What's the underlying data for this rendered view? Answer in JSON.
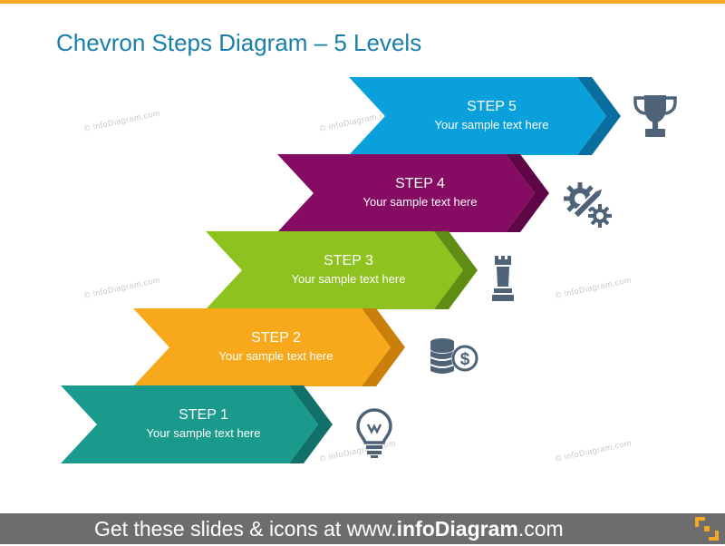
{
  "title": "Chevron Steps Diagram – 5 Levels",
  "watermark_text": "© infoDiagram.com",
  "steps": [
    {
      "title": "STEP 1",
      "subtitle": "Your sample text here",
      "color": "#1a9a8c",
      "dark": "#117068",
      "icon": "lightbulb-icon"
    },
    {
      "title": "STEP 2",
      "subtitle": "Your sample text here",
      "color": "#f7a81b",
      "dark": "#c97f0a",
      "icon": "coins-dollar-icon"
    },
    {
      "title": "STEP 3",
      "subtitle": "Your sample text here",
      "color": "#8dc21f",
      "dark": "#5f8c13",
      "icon": "chess-rook-icon"
    },
    {
      "title": "STEP 4",
      "subtitle": "Your sample text here",
      "color": "#850b63",
      "dark": "#5e0646",
      "icon": "gear-pencil-icon"
    },
    {
      "title": "STEP 5",
      "subtitle": "Your sample text here",
      "color": "#0aa0dc",
      "dark": "#0a6f9e",
      "icon": "trophy-icon"
    }
  ],
  "icon_color": "#4e6378",
  "accent_color": "#f5a623",
  "footer": {
    "prefix": "Get these slides & icons at www.",
    "brand": "infoDiagram",
    "suffix": ".com"
  }
}
